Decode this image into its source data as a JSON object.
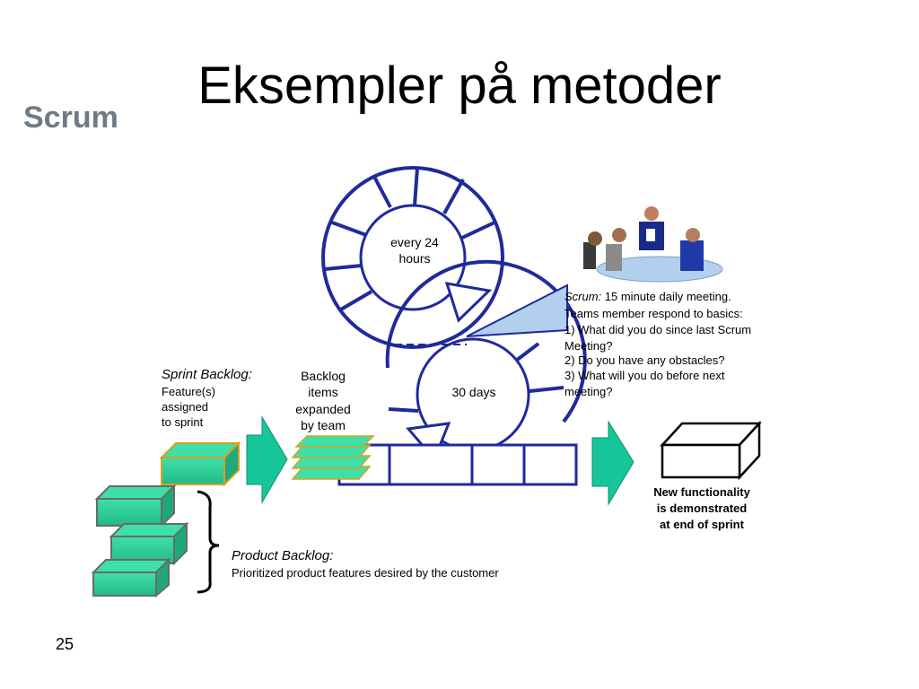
{
  "slide": {
    "title": "Eksempler på metoder",
    "subtitle": "Scrum",
    "page_number": "25"
  },
  "diagram": {
    "daily_cycle_label": [
      "every 24",
      "hours"
    ],
    "sprint_cycle_label": "30 days",
    "sprint_backlog": {
      "title": "Sprint Backlog:",
      "lines": [
        "Feature(s)",
        "assigned",
        "to sprint"
      ]
    },
    "backlog_expanded": [
      "Backlog",
      "items",
      "expanded",
      "by team"
    ],
    "scrum_note": {
      "title": "Scrum:",
      "first_line_rest": " 15 minute daily meeting.",
      "lines": [
        "Teams member respond to basics:",
        " 1) What did you do since last Scrum",
        "Meeting?",
        " 2) Do you have any obstacles?",
        " 3) What will you do before next",
        "meeting?"
      ]
    },
    "product_backlog": {
      "title": "Product Backlog:",
      "description": "Prioritized product features desired by the customer"
    },
    "new_functionality": [
      "New functionality",
      "is demonstrated",
      "at end of sprint"
    ],
    "colors": {
      "cycle_blue": "#1f2a9c",
      "block_green": "#2bcf9a",
      "arrow_green": "#16c69a",
      "sprint_block_border": "#d8a020",
      "callout_fill": "#b3cfee"
    }
  }
}
